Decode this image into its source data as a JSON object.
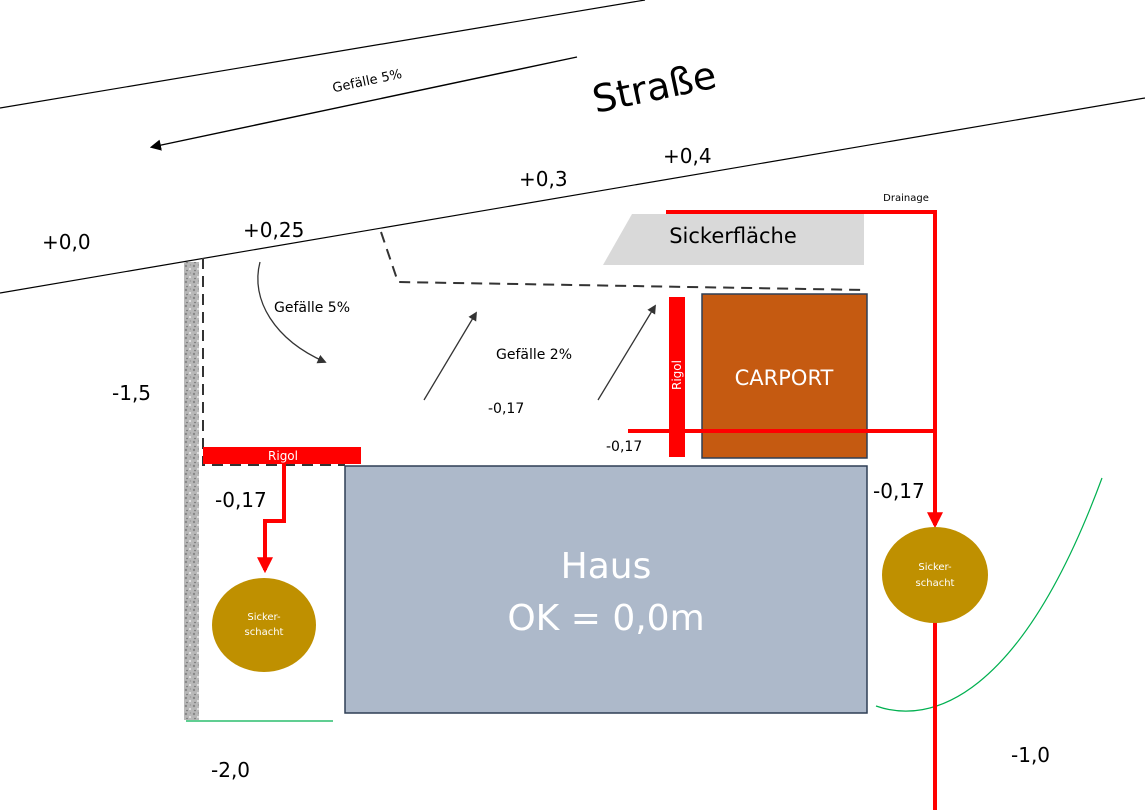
{
  "street": {
    "label": "Straße",
    "slope_label": "Gefälle 5%"
  },
  "levels": {
    "plus_0_0": "+0,0",
    "plus_0_25": "+0,25",
    "plus_0_3": "+0,3",
    "plus_0_4": "+0,4",
    "minus_1_5": "-1,5",
    "minus_2_0": "-2,0",
    "minus_1_0": "-1,0",
    "minus_0_17_left": "-0,17",
    "minus_0_17_mid": "-0,17",
    "minus_0_17_carport": "-0,17",
    "minus_0_17_right": "-0,17"
  },
  "garden": {
    "slope_5_label": "Gefälle 5%",
    "slope_2_label": "Gefälle 2%"
  },
  "sickerflaeche": {
    "label": "Sickerfläche"
  },
  "drainage": {
    "label": "Drainage"
  },
  "rigol_left": {
    "label": "Rigol"
  },
  "rigol_carport": {
    "label": "Rigol"
  },
  "carport": {
    "label": "CARPORT"
  },
  "house": {
    "line1": "Haus",
    "line2": "OK = 0,0m"
  },
  "shaft_left": {
    "line1": "Sicker-",
    "line2": "schacht"
  },
  "shaft_right": {
    "line1": "Sicker-",
    "line2": "schacht"
  },
  "colors": {
    "red": "#ff0000",
    "carport": "#c55a11",
    "house": "#adb9ca",
    "shaft": "#bf9000",
    "sickerflaeche": "#d9d9d9",
    "green_line": "#00b050"
  }
}
